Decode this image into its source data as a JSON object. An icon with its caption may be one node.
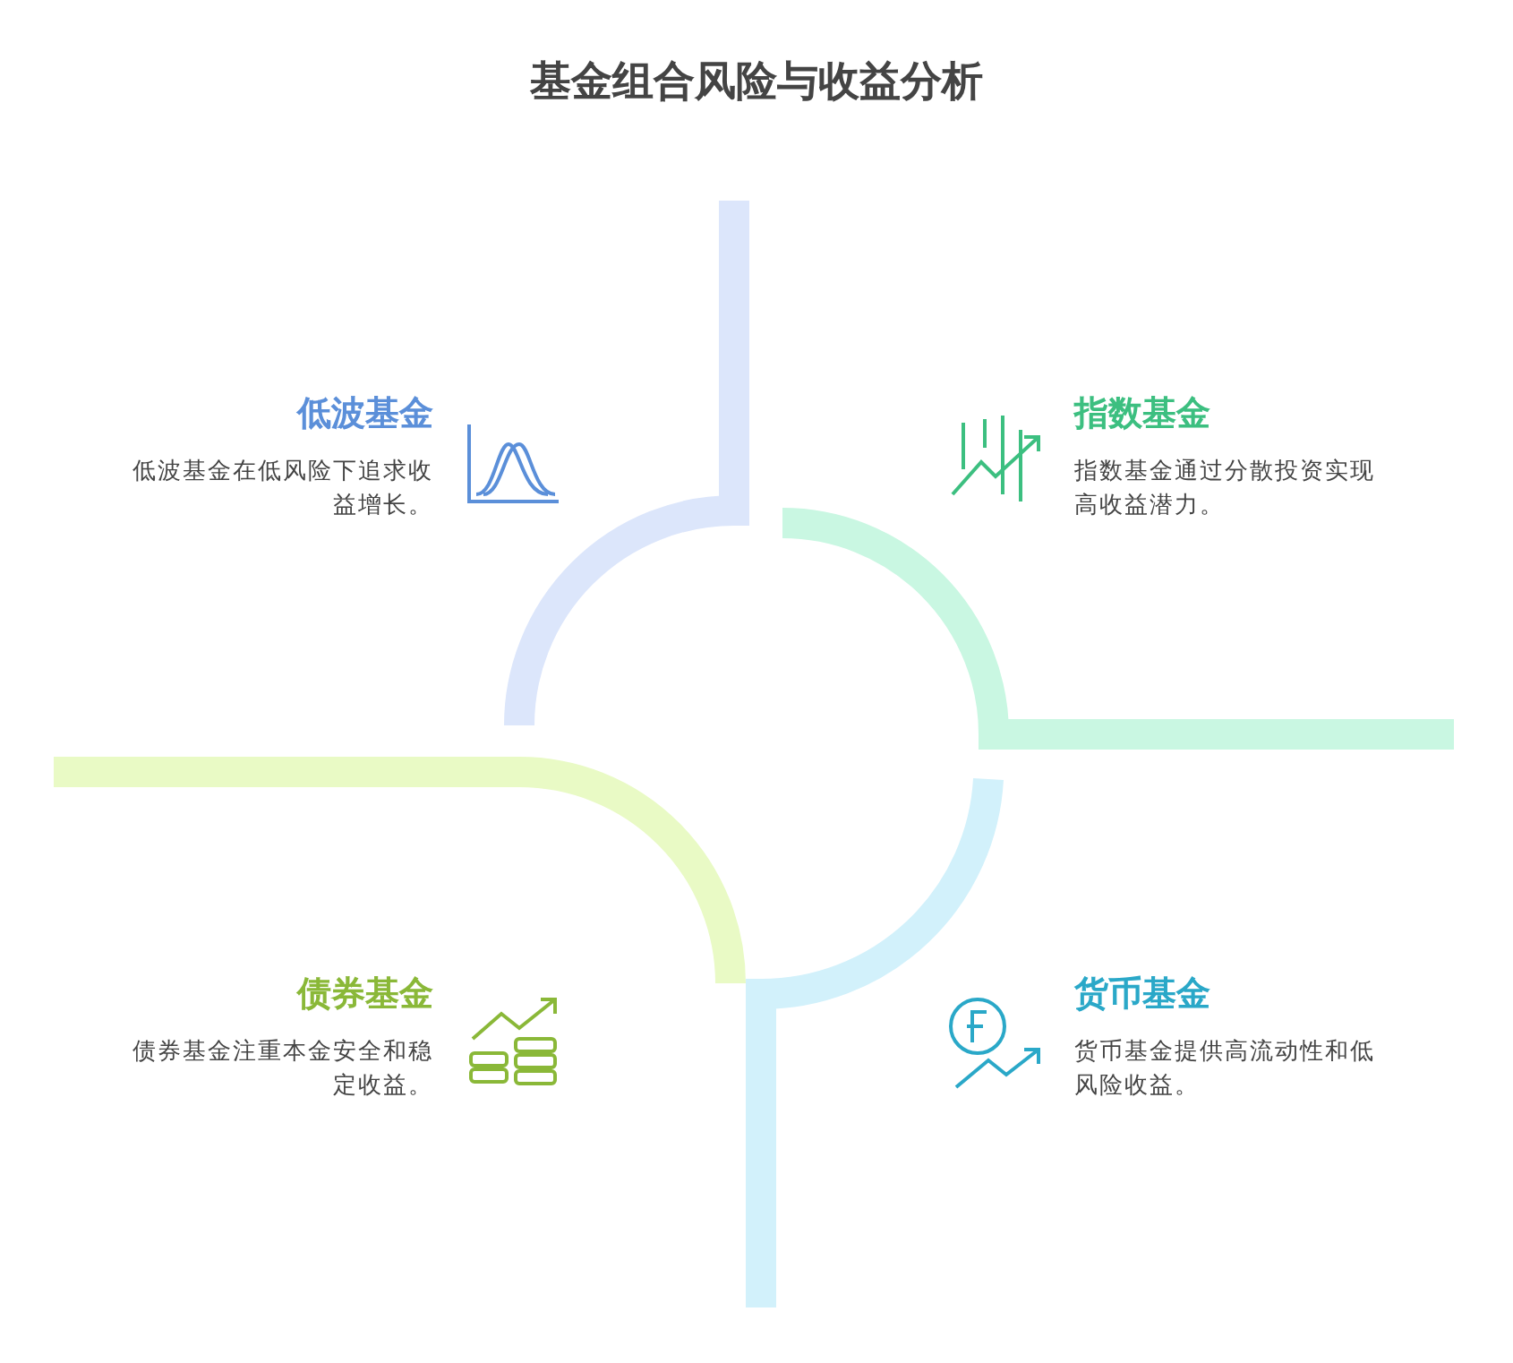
{
  "diagram": {
    "title": "基金组合风险与收益分析",
    "nodes": [
      {
        "text": [
          "低波基金",
          "低波基金在低风险下追求收益增长。"
        ]
      },
      {
        "text": [
          "指数基金",
          "指数基金通过分散投资实现高收益潜力。"
        ]
      },
      {
        "text": [
          "债券基金",
          "债券基金注重本金安全和稳定收益。"
        ]
      },
      {
        "text": [
          "货币基金",
          "货币基金提供高流动性和低风险收益。"
        ]
      }
    ]
  }
}
